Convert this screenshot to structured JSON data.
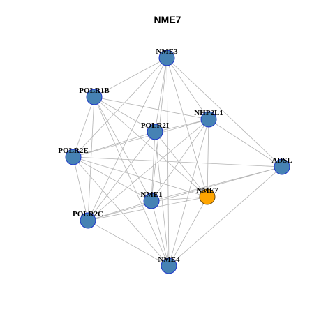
{
  "title": "NME7",
  "colors": {
    "node_fill": "#4682b4",
    "node_stroke": "#1f36c9",
    "highlight_fill": "#ffa500",
    "highlight_stroke": "#6b4a12",
    "edge": "#b3b3b3"
  },
  "nodes": [
    {
      "id": "NME3",
      "label": "NME3",
      "highlight": false
    },
    {
      "id": "POLR1B",
      "label": "POLR1B",
      "highlight": false
    },
    {
      "id": "NHP2L1",
      "label": "NHP2L1",
      "highlight": false
    },
    {
      "id": "POLR2I",
      "label": "POLR2I",
      "highlight": false
    },
    {
      "id": "POLR2E",
      "label": "POLR2E",
      "highlight": false
    },
    {
      "id": "ADSL",
      "label": "ADSL",
      "highlight": false
    },
    {
      "id": "NME7",
      "label": "NME7",
      "highlight": true
    },
    {
      "id": "NME1",
      "label": "NME1",
      "highlight": false
    },
    {
      "id": "POLR2C",
      "label": "POLR2C",
      "highlight": false
    },
    {
      "id": "NME4",
      "label": "NME4",
      "highlight": false
    }
  ],
  "edges": [
    [
      "NME3",
      "POLR1B"
    ],
    [
      "NME3",
      "NHP2L1"
    ],
    [
      "NME3",
      "POLR2I"
    ],
    [
      "NME3",
      "POLR2E"
    ],
    [
      "NME3",
      "ADSL"
    ],
    [
      "NME3",
      "NME7"
    ],
    [
      "NME3",
      "NME1"
    ],
    [
      "NME3",
      "POLR2C"
    ],
    [
      "NME3",
      "NME4"
    ],
    [
      "POLR1B",
      "NHP2L1"
    ],
    [
      "POLR1B",
      "POLR2I"
    ],
    [
      "POLR1B",
      "POLR2E"
    ],
    [
      "POLR1B",
      "NME7"
    ],
    [
      "POLR1B",
      "NME1"
    ],
    [
      "POLR1B",
      "POLR2C"
    ],
    [
      "POLR1B",
      "NME4"
    ],
    [
      "NHP2L1",
      "POLR2I"
    ],
    [
      "NHP2L1",
      "POLR2E"
    ],
    [
      "NHP2L1",
      "ADSL"
    ],
    [
      "NHP2L1",
      "NME7"
    ],
    [
      "NHP2L1",
      "NME1"
    ],
    [
      "NHP2L1",
      "POLR2C"
    ],
    [
      "NHP2L1",
      "NME4"
    ],
    [
      "POLR2I",
      "POLR2E"
    ],
    [
      "POLR2I",
      "NME7"
    ],
    [
      "POLR2I",
      "NME1"
    ],
    [
      "POLR2I",
      "POLR2C"
    ],
    [
      "POLR2I",
      "NME4"
    ],
    [
      "POLR2E",
      "ADSL"
    ],
    [
      "POLR2E",
      "NME7"
    ],
    [
      "POLR2E",
      "NME1"
    ],
    [
      "POLR2E",
      "POLR2C"
    ],
    [
      "POLR2E",
      "NME4"
    ],
    [
      "ADSL",
      "NME1"
    ],
    [
      "ADSL",
      "NME4"
    ],
    [
      "ADSL",
      "POLR2C"
    ],
    [
      "NME7",
      "NME1"
    ],
    [
      "NME7",
      "POLR2C"
    ],
    [
      "NME7",
      "NME4"
    ],
    [
      "NME1",
      "POLR2C"
    ],
    [
      "NME1",
      "NME4"
    ],
    [
      "POLR2C",
      "NME4"
    ]
  ]
}
